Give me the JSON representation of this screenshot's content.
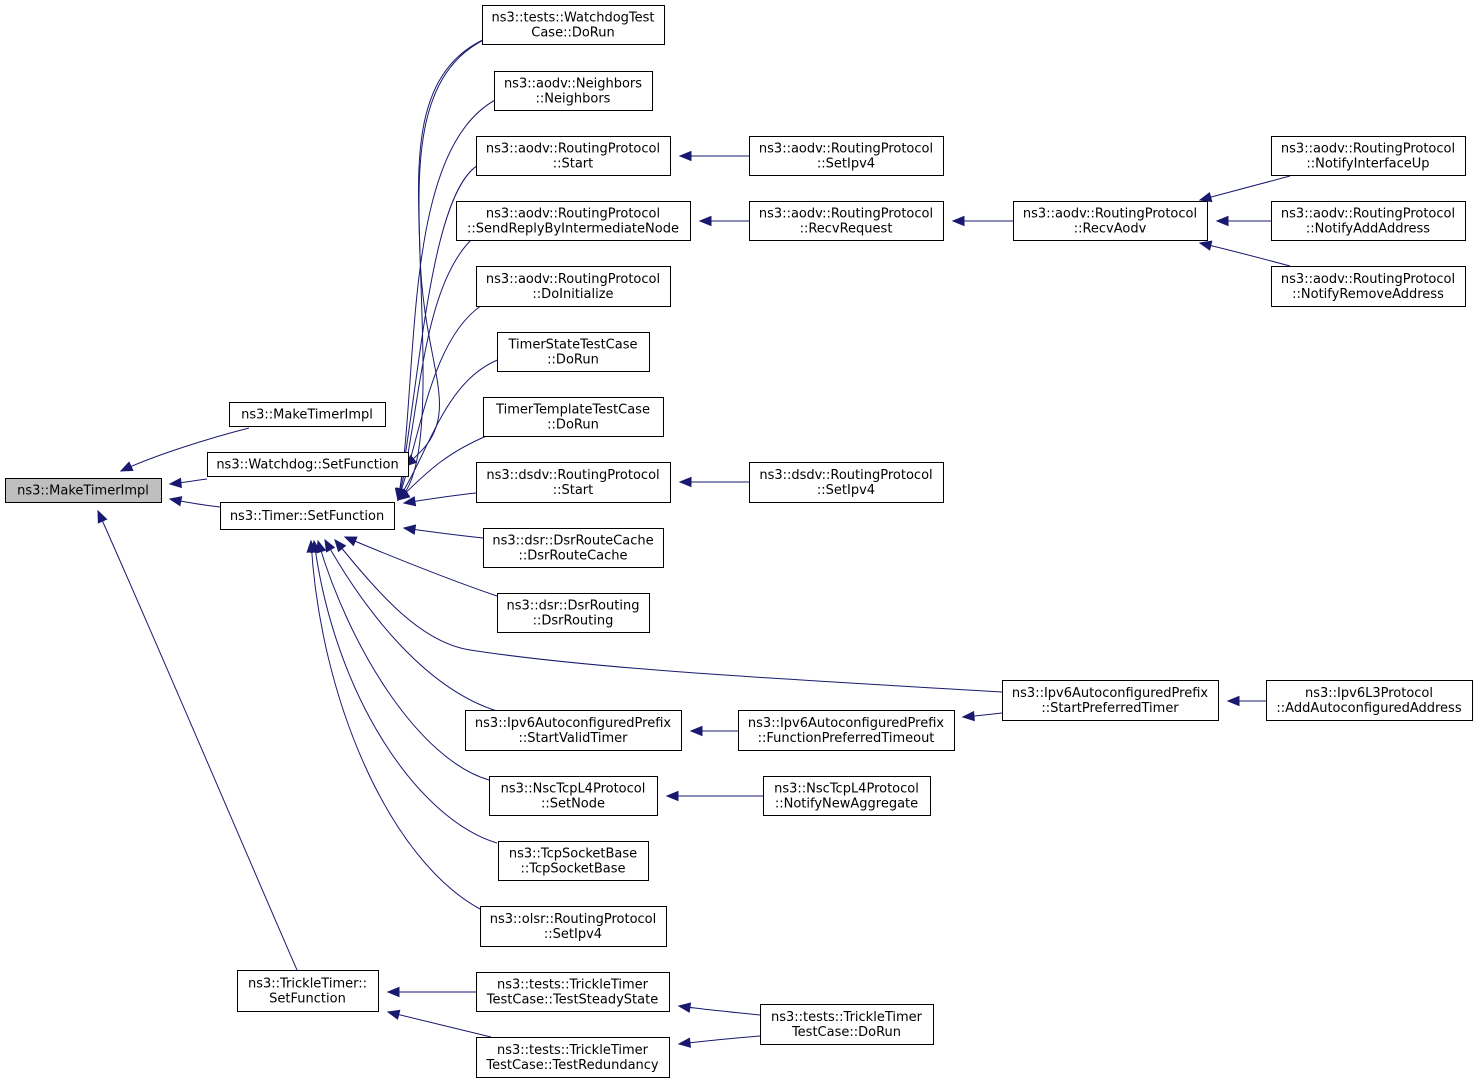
{
  "colors": {
    "edge": "#191970",
    "root_fill": "#bfbfbf",
    "box_fill": "#ffffff"
  },
  "nodes": [
    {
      "id": "root",
      "lines": [
        "ns3::MakeTimerImpl"
      ]
    },
    {
      "id": "mti2",
      "lines": [
        "ns3::MakeTimerImpl"
      ]
    },
    {
      "id": "wdsf",
      "lines": [
        "ns3::Watchdog::SetFunction"
      ]
    },
    {
      "id": "tsf",
      "lines": [
        "ns3::Timer::SetFunction"
      ]
    },
    {
      "id": "ttsf",
      "lines": [
        "ns3::TrickleTimer::",
        "SetFunction"
      ]
    },
    {
      "id": "wdtest",
      "lines": [
        "ns3::tests::WatchdogTest",
        "Case::DoRun"
      ]
    },
    {
      "id": "neigh",
      "lines": [
        "ns3::aodv::Neighbors",
        "::Neighbors"
      ]
    },
    {
      "id": "aodvstart",
      "lines": [
        "ns3::aodv::RoutingProtocol",
        "::Start"
      ]
    },
    {
      "id": "sendreply",
      "lines": [
        "ns3::aodv::RoutingProtocol",
        "::SendReplyByIntermediateNode"
      ]
    },
    {
      "id": "doinit",
      "lines": [
        "ns3::aodv::RoutingProtocol",
        "::DoInitialize"
      ]
    },
    {
      "id": "tstc",
      "lines": [
        "TimerStateTestCase",
        "::DoRun"
      ]
    },
    {
      "id": "tttc",
      "lines": [
        "TimerTemplateTestCase",
        "::DoRun"
      ]
    },
    {
      "id": "dsdvstart",
      "lines": [
        "ns3::dsdv::RoutingProtocol",
        "::Start"
      ]
    },
    {
      "id": "dsrrc",
      "lines": [
        "ns3::dsr::DsrRouteCache",
        "::DsrRouteCache"
      ]
    },
    {
      "id": "dsrr",
      "lines": [
        "ns3::dsr::DsrRouting",
        "::DsrRouting"
      ]
    },
    {
      "id": "startvalid",
      "lines": [
        "ns3::Ipv6AutoconfiguredPrefix",
        "::StartValidTimer"
      ]
    },
    {
      "id": "nscsetnode",
      "lines": [
        "ns3::NscTcpL4Protocol",
        "::SetNode"
      ]
    },
    {
      "id": "tcpsb",
      "lines": [
        "ns3::TcpSocketBase",
        "::TcpSocketBase"
      ]
    },
    {
      "id": "olsr",
      "lines": [
        "ns3::olsr::RoutingProtocol",
        "::SetIpv4"
      ]
    },
    {
      "id": "steady",
      "lines": [
        "ns3::tests::TrickleTimer",
        "TestCase::TestSteadyState"
      ]
    },
    {
      "id": "redund",
      "lines": [
        "ns3::tests::TrickleTimer",
        "TestCase::TestRedundancy"
      ]
    },
    {
      "id": "aodvsetipv4",
      "lines": [
        "ns3::aodv::RoutingProtocol",
        "::SetIpv4"
      ]
    },
    {
      "id": "recvreq",
      "lines": [
        "ns3::aodv::RoutingProtocol",
        "::RecvRequest"
      ]
    },
    {
      "id": "dsdvsetipv4",
      "lines": [
        "ns3::dsdv::RoutingProtocol",
        "::SetIpv4"
      ]
    },
    {
      "id": "funcpref",
      "lines": [
        "ns3::Ipv6AutoconfiguredPrefix",
        "::FunctionPreferredTimeout"
      ]
    },
    {
      "id": "nscnotify",
      "lines": [
        "ns3::NscTcpL4Protocol",
        "::NotifyNewAggregate"
      ]
    },
    {
      "id": "tttdorun",
      "lines": [
        "ns3::tests::TrickleTimer",
        "TestCase::DoRun"
      ]
    },
    {
      "id": "recvaodv",
      "lines": [
        "ns3::aodv::RoutingProtocol",
        "::RecvAodv"
      ]
    },
    {
      "id": "startpref",
      "lines": [
        "ns3::Ipv6AutoconfiguredPrefix",
        "::StartPreferredTimer"
      ]
    },
    {
      "id": "notifyup",
      "lines": [
        "ns3::aodv::RoutingProtocol",
        "::NotifyInterfaceUp"
      ]
    },
    {
      "id": "notifyadd",
      "lines": [
        "ns3::aodv::RoutingProtocol",
        "::NotifyAddAddress"
      ]
    },
    {
      "id": "notifyremove",
      "lines": [
        "ns3::aodv::RoutingProtocol",
        "::NotifyRemoveAddress"
      ]
    },
    {
      "id": "addautoconf",
      "lines": [
        "ns3::Ipv6L3Protocol",
        "::AddAutoconfiguredAddress"
      ]
    }
  ]
}
